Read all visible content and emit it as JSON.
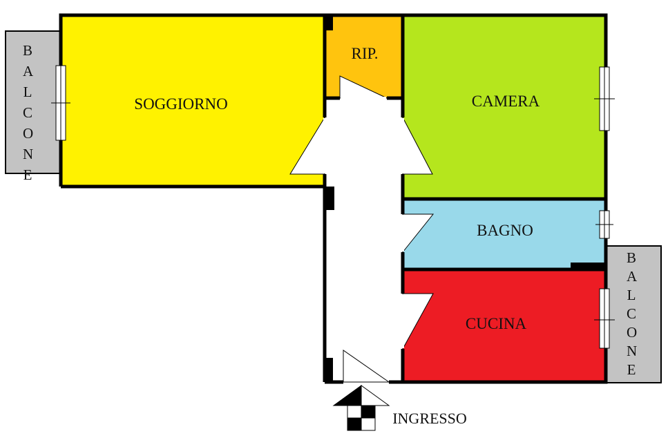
{
  "rooms": {
    "soggiorno": {
      "label": "SOGGIORNO",
      "color": "#FFF200"
    },
    "ripostiglio": {
      "label": "RIP.",
      "color": "#FFC40E"
    },
    "camera": {
      "label": "CAMERA",
      "color": "#B5E61D"
    },
    "bagno": {
      "label": "BAGNO",
      "color": "#99D9EA"
    },
    "cucina": {
      "label": "CUCINA",
      "color": "#ED1C24"
    },
    "balcone_left": {
      "label": "BALCONE",
      "color": "#C3C3C3"
    },
    "balcone_right": {
      "label": "BALCONE",
      "color": "#C3C3C3"
    }
  },
  "entrance": {
    "label": "INGRESSO"
  }
}
